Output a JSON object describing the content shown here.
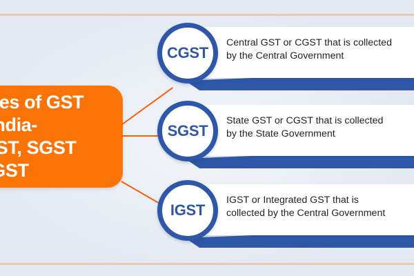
{
  "graphic": {
    "kind": "gst-types-infographic",
    "background_color": "#e3e9f2",
    "accent_orange": "#f97306",
    "accent_blue": "#2e57a8",
    "rule_color": "#e6c7ab"
  },
  "title": {
    "lines": [
      "Types of GST",
      "in India-",
      "CGST, SGST",
      "& IGST"
    ]
  },
  "items": [
    {
      "badge": "CGST",
      "description_lines": [
        "Central GST or CGST that is collected",
        "by the Central Government"
      ]
    },
    {
      "badge": "SGST",
      "description_lines": [
        "State GST or CGST that is collected",
        "by the State Government"
      ]
    },
    {
      "badge": "IGST",
      "description_lines": [
        "IGST or Integrated GST that is",
        "collected by the Central Government"
      ]
    }
  ]
}
